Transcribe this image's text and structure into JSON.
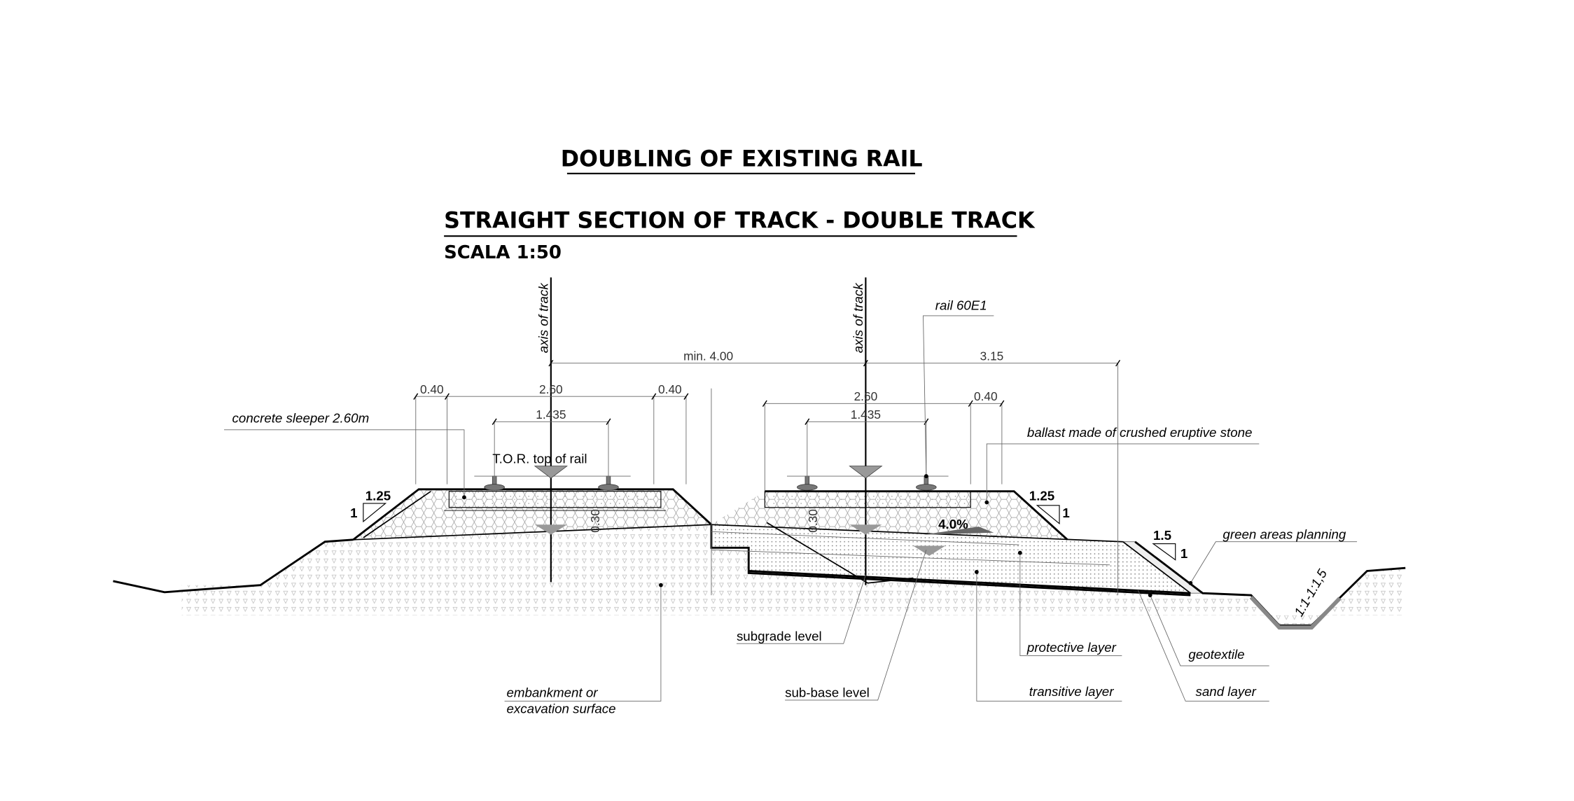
{
  "titles": {
    "main": "DOUBLING OF EXISTING RAIL",
    "section": "STRAIGHT SECTION OF TRACK - DOUBLE TRACK",
    "scale": "SCALA 1:50"
  },
  "axes": {
    "left": "axis of track",
    "right": "axis of track"
  },
  "dimensions": {
    "track_spacing": "min.  4.00",
    "right_offset": "3.15",
    "left_shoulder": "0.40",
    "left_sleeper": "2.60",
    "left_shoulder2": "0.40",
    "left_gauge": "1.435",
    "right_sleeper": "2.60",
    "right_shoulder": "0.40",
    "right_gauge": "1.435",
    "left_depth": "0.30",
    "right_depth": "0.30",
    "slope_left_h": "1.25",
    "slope_left_v": "1",
    "slope_right_h": "1.25",
    "slope_right_v": "1",
    "slope_embank_h": "1.5",
    "slope_embank_v": "1",
    "crossfall": "4.0%",
    "ditch_slope": "1:1-1:1,5"
  },
  "labels": {
    "concrete_sleeper": "concrete sleeper 2.60m",
    "tor": "T.O.R. top of rail",
    "rail": "rail 60E1",
    "ballast": "ballast made of crushed eruptive stone",
    "green_areas": "green areas planning",
    "embankment_1": "embankment or",
    "embankment_2": "excavation surface",
    "subgrade": "subgrade level",
    "subbase": "sub-base level",
    "protective": "protective layer",
    "transitive": "transitive layer",
    "geotextile": "geotextile",
    "sand": "sand layer"
  }
}
